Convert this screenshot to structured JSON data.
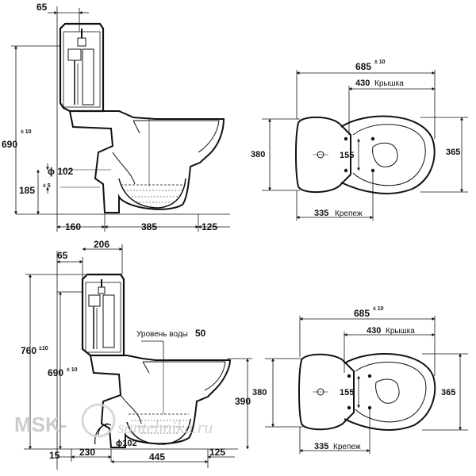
{
  "top_side": {
    "d65": "65",
    "d690": "690",
    "tol690": "± 10",
    "dphi102": "ϕ 102",
    "d185": "185",
    "tol185": "± 5",
    "d160": "160",
    "d385": "385",
    "d125": "125"
  },
  "top_plan": {
    "d685": "685",
    "tol685": "± 10",
    "d430": "430",
    "lid": "Крышка",
    "d380": "380",
    "d155": "155",
    "d365": "365",
    "d335": "335",
    "mount": "Крепеж"
  },
  "bottom_side": {
    "d65": "65",
    "d206": "206",
    "water_label": "Уровень воды",
    "d50": "50",
    "d760": "760",
    "tol760": "±10",
    "d690": "690",
    "tol690": "± 10",
    "d390": "390",
    "d15": "15",
    "d230": "230",
    "dphi102": "ϕ102",
    "d445": "445",
    "d125": "125"
  },
  "bottom_plan": {
    "d685": "685",
    "tol685": "± 10",
    "d430": "430",
    "lid": "Крышка",
    "d380": "380",
    "d155": "155",
    "d365": "365",
    "d335": "335",
    "mount": "Крепеж"
  },
  "watermark": {
    "brand": "MSK-",
    "site": "santehnika.ru"
  }
}
